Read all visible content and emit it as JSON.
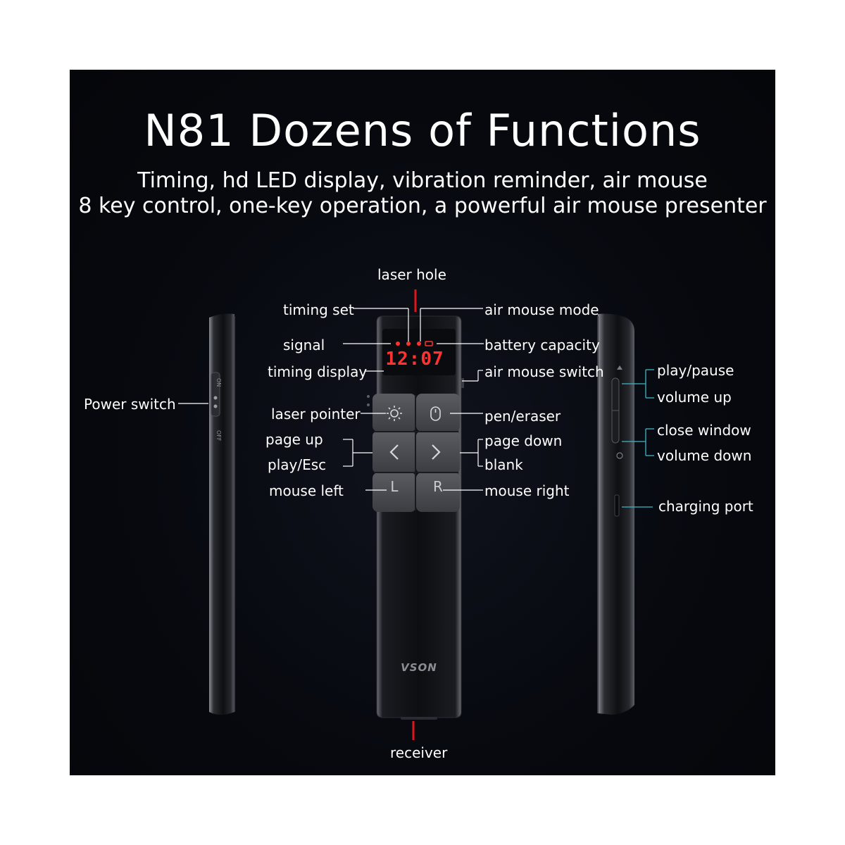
{
  "title": "N81 Dozens of Functions",
  "subtitle": {
    "line1": "Timing,   hd LED display,   vibration reminder,   air mouse",
    "line2": "8 key control,    one-key operation,    a powerful air mouse presenter"
  },
  "device": {
    "brand": "VSON",
    "display_time": "12:07",
    "keys": {
      "left_click": "L",
      "right_click": "R"
    },
    "side_switch_marks": {
      "on": "ON",
      "off": "OFF"
    }
  },
  "labels": {
    "laser_hole": "laser hole",
    "timing_set": "timing set",
    "air_mouse_mode": "air mouse mode",
    "signal": "signal",
    "battery_capacity": "battery capacity",
    "timing_display": "timing display",
    "air_mouse_switch": "air mouse switch",
    "power_switch": "Power switch",
    "laser_pointer": "laser pointer",
    "pen_eraser": "pen/eraser",
    "page_up": "page up",
    "play_esc": "play/Esc",
    "page_down": "page down",
    "blank": "blank",
    "mouse_left": "mouse left",
    "mouse_right": "mouse right",
    "play_pause": "play/pause",
    "volume_up": "volume up",
    "close_window": "close window",
    "volume_down": "volume down",
    "charging_port": "charging port",
    "receiver": "receiver"
  },
  "colors": {
    "background": "#06080d",
    "text": "#ffffff",
    "callout_line": "#ffffff",
    "bracket_line": "#3fb6c4",
    "led_red": "#ff3232",
    "laser_red": "#e0141b"
  }
}
